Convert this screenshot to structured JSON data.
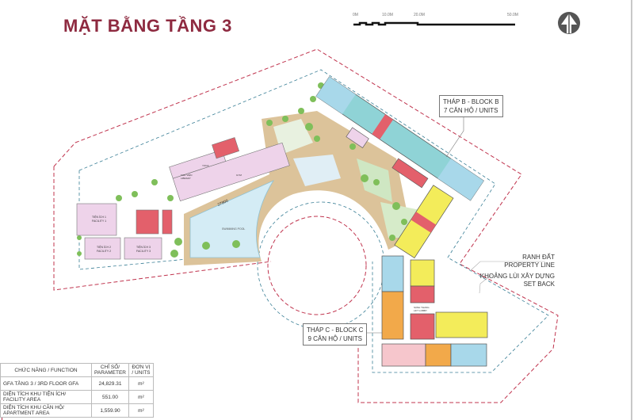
{
  "title": "MẶT BẰNG TẦNG 3",
  "scale_bar": {
    "ticks": [
      "0M",
      "10.0M",
      "20.0M",
      "50.0M"
    ]
  },
  "north_arrow": {
    "icon": "north-arrow-icon"
  },
  "colors": {
    "title": "#8e2a40",
    "property_line": "#c0344e",
    "setback": "#3a7f96",
    "road": "#dcc39a",
    "pool": "#d4ecf5",
    "amenity": "#eed3ea",
    "unit_blue": "#a8d8ea",
    "unit_teal": "#8fd3d6",
    "unit_yellow": "#f3ec5a",
    "unit_orange": "#f2a94a",
    "unit_red": "#e3606b",
    "unit_pink": "#f6c6cc",
    "green": "#7fbf5a"
  },
  "labels": {
    "block_b": [
      "THÁP B - BLOCK B",
      "7 CĂN HỘ / UNITS"
    ],
    "block_c": [
      "THÁP C - BLOCK C",
      "9 CĂN HỘ / UNITS"
    ],
    "property_line": [
      "RANH ĐẤT",
      "PROPERTY LINE"
    ],
    "setback": [
      "KHOẢNG LÙI XÂY DỰNG",
      "SET BACK"
    ],
    "facility1": [
      "TIỆN ÍCH 1",
      "FACILITY 1"
    ],
    "facility2": [
      "TIỆN ÍCH 2",
      "FACILITY 2"
    ],
    "facility3": [
      "TIỆN ÍCH 3",
      "FACILITY 3"
    ],
    "library": [
      "THƯ VIỆN",
      "LIBRARY"
    ],
    "yoga": "YOGA",
    "gym": "GYM",
    "pool_dim": "27800",
    "pool": "SWIMMING POOL",
    "lift_lobby": [
      "SẢNH THANG",
      "LIFT LOBBY"
    ]
  },
  "table": {
    "headers": [
      "CHỨC NĂNG / FUNCTION",
      "CHỈ SỐ/ PARAMETER",
      "ĐƠN VỊ / UNITS"
    ],
    "rows": [
      {
        "function": "GFA TẦNG 3 / 3RD FLOOR GFA",
        "value": "24,829.31",
        "unit": "m²"
      },
      {
        "function": "DIỆN TÍCH KHU TIỆN ÍCH/ FACILITY AREA",
        "value": "551.00",
        "unit": "m²"
      },
      {
        "function": "DIỆN TÍCH KHU CĂN HỘ/ APARTMENT AREA",
        "value": "1,559.90",
        "unit": "m²"
      }
    ]
  }
}
